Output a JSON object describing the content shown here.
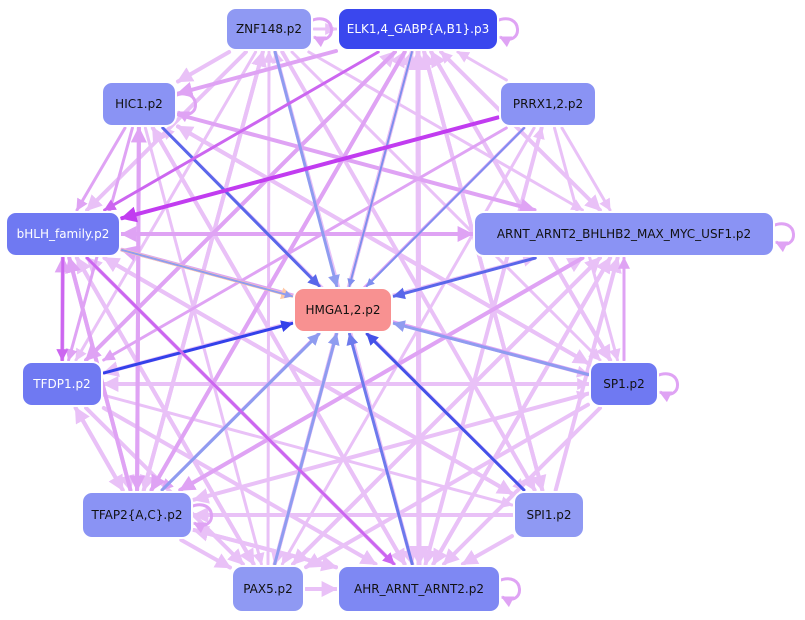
{
  "nodes": [
    {
      "id": "znf148",
      "label": "ZNF148.p2",
      "color": "#8f99f3",
      "text_color": "#111111"
    },
    {
      "id": "elk",
      "label": "ELK1,4_GABP{A,B1}.p3",
      "color": "#3a47ee",
      "text_color": "#ffffff"
    },
    {
      "id": "hic1",
      "label": "HIC1.p2",
      "color": "#8a93f4",
      "text_color": "#111111"
    },
    {
      "id": "prrx",
      "label": "PRRX1,2.p2",
      "color": "#8a93f4",
      "text_color": "#111111"
    },
    {
      "id": "bhlh",
      "label": "bHLH_family.p2",
      "color": "#6f79f2",
      "text_color": "#ffffff"
    },
    {
      "id": "arnt",
      "label": "ARNT_ARNT2_BHLHB2_MAX_MYC_USF1.p2",
      "color": "#8a93f4",
      "text_color": "#111111"
    },
    {
      "id": "hmga",
      "label": "HMGA1,2.p2",
      "color": "#f89191",
      "text_color": "#111111"
    },
    {
      "id": "tfdp1",
      "label": "TFDP1.p2",
      "color": "#6f79f2",
      "text_color": "#ffffff"
    },
    {
      "id": "sp1",
      "label": "SP1.p2",
      "color": "#6f79f2",
      "text_color": "#111111"
    },
    {
      "id": "tfap2",
      "label": "TFAP2{A,C}.p2",
      "color": "#8a93f4",
      "text_color": "#111111"
    },
    {
      "id": "spi1",
      "label": "SPI1.p2",
      "color": "#8f99f3",
      "text_color": "#111111"
    },
    {
      "id": "pax5",
      "label": "PAX5.p2",
      "color": "#8f99f3",
      "text_color": "#111111"
    },
    {
      "id": "ahr",
      "label": "AHR_ARNT_ARNT2.p2",
      "color": "#7e88f3",
      "text_color": "#111111"
    }
  ],
  "edges": [
    {
      "from": "znf148",
      "to": "hmga",
      "color": "#8f9cf0",
      "width": 3
    },
    {
      "from": "elk",
      "to": "hmga",
      "color": "#ffc9a8",
      "width": 2
    },
    {
      "from": "elk",
      "to": "hmga",
      "color": "#7f8ef0",
      "width": 2
    },
    {
      "from": "hic1",
      "to": "hmga",
      "color": "#5a67ea",
      "width": 3
    },
    {
      "from": "prrx",
      "to": "hmga",
      "color": "#7f8ef0",
      "width": 2
    },
    {
      "from": "bhlh",
      "to": "hmga",
      "color": "#ffc9a8",
      "width": 3
    },
    {
      "from": "bhlh",
      "to": "hmga",
      "color": "#8f9cf0",
      "width": 2
    },
    {
      "from": "arnt",
      "to": "hmga",
      "color": "#5a67ea",
      "width": 3
    },
    {
      "from": "tfdp1",
      "to": "hmga",
      "color": "#3341ea",
      "width": 3
    },
    {
      "from": "sp1",
      "to": "hmga",
      "color": "#8f9cf0",
      "width": 3
    },
    {
      "from": "tfap2",
      "to": "hmga",
      "color": "#8f9cf0",
      "width": 3
    },
    {
      "from": "spi1",
      "to": "hmga",
      "color": "#4552e8",
      "width": 3
    },
    {
      "from": "pax5",
      "to": "hmga",
      "color": "#8f9cf0",
      "width": 3
    },
    {
      "from": "ahr",
      "to": "hmga",
      "color": "#6d7aec",
      "width": 3
    },
    {
      "from": "prrx",
      "to": "bhlh",
      "color": "#c13cf0",
      "width": 4
    },
    {
      "from": "elk",
      "to": "bhlh",
      "color": "#cc66f0",
      "width": 3
    },
    {
      "from": "elk",
      "to": "hic1",
      "color": "#dfa3f4",
      "width": 4
    },
    {
      "from": "elk",
      "to": "tfdp1",
      "color": "#dfa3f4",
      "width": 4
    },
    {
      "from": "elk",
      "to": "tfap2",
      "color": "#dfa3f4",
      "width": 4
    },
    {
      "from": "elk",
      "to": "pax5",
      "color": "#e9c1f7",
      "width": 4
    },
    {
      "from": "elk",
      "to": "ahr",
      "color": "#e9c1f7",
      "width": 5
    },
    {
      "from": "elk",
      "to": "spi1",
      "color": "#e9c1f7",
      "width": 4
    },
    {
      "from": "elk",
      "to": "sp1",
      "color": "#e9c1f7",
      "width": 4
    },
    {
      "from": "elk",
      "to": "arnt",
      "color": "#e9c1f7",
      "width": 4
    },
    {
      "from": "prrx",
      "to": "elk",
      "color": "#e9c1f7",
      "width": 3
    },
    {
      "from": "znf148",
      "to": "elk",
      "color": "#e9c1f7",
      "width": 3
    },
    {
      "from": "znf148",
      "to": "hic1",
      "color": "#e9c1f7",
      "width": 4
    },
    {
      "from": "znf148",
      "to": "bhlh",
      "color": "#e9c1f7",
      "width": 4
    },
    {
      "from": "znf148",
      "to": "tfap2",
      "color": "#e9c1f7",
      "width": 4
    },
    {
      "from": "znf148",
      "to": "ahr",
      "color": "#e9c1f7",
      "width": 4
    },
    {
      "from": "znf148",
      "to": "spi1",
      "color": "#e9c1f7",
      "width": 4
    },
    {
      "from": "znf148",
      "to": "sp1",
      "color": "#e9c1f7",
      "width": 3
    },
    {
      "from": "znf148",
      "to": "arnt",
      "color": "#e9c1f7",
      "width": 3
    },
    {
      "from": "znf148",
      "to": "tfdp1",
      "color": "#e9c1f7",
      "width": 3
    },
    {
      "from": "hic1",
      "to": "bhlh",
      "color": "#dfa3f4",
      "width": 3
    },
    {
      "from": "hic1",
      "to": "tfdp1",
      "color": "#dfa3f4",
      "width": 3
    },
    {
      "from": "hic1",
      "to": "tfap2",
      "color": "#dfa3f4",
      "width": 4
    },
    {
      "from": "hic1",
      "to": "arnt",
      "color": "#dfa3f4",
      "width": 4
    },
    {
      "from": "hic1",
      "to": "sp1",
      "color": "#e9c1f7",
      "width": 4
    },
    {
      "from": "hic1",
      "to": "spi1",
      "color": "#e9c1f7",
      "width": 3
    },
    {
      "from": "hic1",
      "to": "ahr",
      "color": "#e9c1f7",
      "width": 4
    },
    {
      "from": "hic1",
      "to": "pax5",
      "color": "#e9c1f7",
      "width": 3
    },
    {
      "from": "prrx",
      "to": "tfdp1",
      "color": "#dfa3f4",
      "width": 3
    },
    {
      "from": "prrx",
      "to": "tfap2",
      "color": "#dfa3f4",
      "width": 3
    },
    {
      "from": "prrx",
      "to": "ahr",
      "color": "#e9c1f7",
      "width": 4
    },
    {
      "from": "prrx",
      "to": "pax5",
      "color": "#e9c1f7",
      "width": 3
    },
    {
      "from": "prrx",
      "to": "sp1",
      "color": "#e9c1f7",
      "width": 3
    },
    {
      "from": "prrx",
      "to": "arnt",
      "color": "#e9c1f7",
      "width": 3
    },
    {
      "from": "arnt",
      "to": "elk",
      "color": "#e9c1f7",
      "width": 3
    },
    {
      "from": "arnt",
      "to": "tfap2",
      "color": "#dfa3f4",
      "width": 4
    },
    {
      "from": "arnt",
      "to": "bhlh",
      "color": "#dfa3f4",
      "width": 4
    },
    {
      "from": "arnt",
      "to": "tfdp1",
      "color": "#e9c1f7",
      "width": 4
    },
    {
      "from": "arnt",
      "to": "ahr",
      "color": "#e9c1f7",
      "width": 4
    },
    {
      "from": "arnt",
      "to": "pax5",
      "color": "#e9c1f7",
      "width": 4
    },
    {
      "from": "bhlh",
      "to": "arnt",
      "color": "#dfa3f4",
      "width": 4
    },
    {
      "from": "bhlh",
      "to": "tfdp1",
      "color": "#cc66f0",
      "width": 3
    },
    {
      "from": "bhlh",
      "to": "ahr",
      "color": "#cc66f0",
      "width": 3
    },
    {
      "from": "bhlh",
      "to": "tfap2",
      "color": "#e9c1f7",
      "width": 4
    },
    {
      "from": "bhlh",
      "to": "spi1",
      "color": "#e9c1f7",
      "width": 4
    },
    {
      "from": "bhlh",
      "to": "sp1",
      "color": "#e9c1f7",
      "width": 3
    },
    {
      "from": "bhlh",
      "to": "pax5",
      "color": "#e9c1f7",
      "width": 4
    },
    {
      "from": "tfdp1",
      "to": "bhlh",
      "color": "#dfa3f4",
      "width": 4
    },
    {
      "from": "tfdp1",
      "to": "tfap2",
      "color": "#e9c1f7",
      "width": 4
    },
    {
      "from": "tfdp1",
      "to": "elk",
      "color": "#e9c1f7",
      "width": 4
    },
    {
      "from": "tfdp1",
      "to": "ahr",
      "color": "#e9c1f7",
      "width": 4
    },
    {
      "from": "tfdp1",
      "to": "pax5",
      "color": "#e9c1f7",
      "width": 4
    },
    {
      "from": "tfdp1",
      "to": "spi1",
      "color": "#e9c1f7",
      "width": 3
    },
    {
      "from": "tfdp1",
      "to": "arnt",
      "color": "#e9c1f7",
      "width": 3
    },
    {
      "from": "tfdp1",
      "to": "sp1",
      "color": "#e9c1f7",
      "width": 3
    },
    {
      "from": "sp1",
      "to": "arnt",
      "color": "#dfa3f4",
      "width": 3
    },
    {
      "from": "sp1",
      "to": "tfap2",
      "color": "#e9c1f7",
      "width": 4
    },
    {
      "from": "sp1",
      "to": "bhlh",
      "color": "#dfa3f4",
      "width": 4
    },
    {
      "from": "sp1",
      "to": "hic1",
      "color": "#e9c1f7",
      "width": 4
    },
    {
      "from": "sp1",
      "to": "elk",
      "color": "#e9c1f7",
      "width": 4
    },
    {
      "from": "sp1",
      "to": "ahr",
      "color": "#e9c1f7",
      "width": 4
    },
    {
      "from": "sp1",
      "to": "pax5",
      "color": "#e9c1f7",
      "width": 4
    },
    {
      "from": "sp1",
      "to": "tfdp1",
      "color": "#e9c1f7",
      "width": 4
    },
    {
      "from": "tfap2",
      "to": "hic1",
      "color": "#dfa3f4",
      "width": 4
    },
    {
      "from": "tfap2",
      "to": "bhlh",
      "color": "#dfa3f4",
      "width": 4
    },
    {
      "from": "tfap2",
      "to": "znf148",
      "color": "#e9c1f7",
      "width": 4
    },
    {
      "from": "tfap2",
      "to": "elk",
      "color": "#e9c1f7",
      "width": 4
    },
    {
      "from": "tfap2",
      "to": "arnt",
      "color": "#e9c1f7",
      "width": 4
    },
    {
      "from": "tfap2",
      "to": "ahr",
      "color": "#e9c1f7",
      "width": 4
    },
    {
      "from": "tfap2",
      "to": "pax5",
      "color": "#e9c1f7",
      "width": 4
    },
    {
      "from": "tfap2",
      "to": "tfdp1",
      "color": "#e9c1f7",
      "width": 4
    },
    {
      "from": "tfap2",
      "to": "sp1",
      "color": "#e9c1f7",
      "width": 3
    },
    {
      "from": "spi1",
      "to": "elk",
      "color": "#e9c1f7",
      "width": 4
    },
    {
      "from": "spi1",
      "to": "arnt",
      "color": "#e9c1f7",
      "width": 4
    },
    {
      "from": "spi1",
      "to": "bhlh",
      "color": "#e9c1f7",
      "width": 4
    },
    {
      "from": "spi1",
      "to": "tfap2",
      "color": "#e9c1f7",
      "width": 4
    },
    {
      "from": "spi1",
      "to": "ahr",
      "color": "#e9c1f7",
      "width": 4
    },
    {
      "from": "spi1",
      "to": "hic1",
      "color": "#e9c1f7",
      "width": 3
    },
    {
      "from": "pax5",
      "to": "elk",
      "color": "#e9c1f7",
      "width": 4
    },
    {
      "from": "pax5",
      "to": "arnt",
      "color": "#e9c1f7",
      "width": 4
    },
    {
      "from": "pax5",
      "to": "bhlh",
      "color": "#e9c1f7",
      "width": 4
    },
    {
      "from": "pax5",
      "to": "ahr",
      "color": "#e9c1f7",
      "width": 4
    },
    {
      "from": "pax5",
      "to": "znf148",
      "color": "#e9c1f7",
      "width": 3
    },
    {
      "from": "ahr",
      "to": "elk",
      "color": "#e9c1f7",
      "width": 5
    },
    {
      "from": "ahr",
      "to": "arnt",
      "color": "#e9c1f7",
      "width": 4
    },
    {
      "from": "ahr",
      "to": "bhlh",
      "color": "#e9c1f7",
      "width": 4
    },
    {
      "from": "ahr",
      "to": "tfap2",
      "color": "#e9c1f7",
      "width": 4
    },
    {
      "from": "ahr",
      "to": "hic1",
      "color": "#e9c1f7",
      "width": 4
    },
    {
      "from": "ahr",
      "to": "prrx",
      "color": "#e9c1f7",
      "width": 3
    },
    {
      "from": "ahr",
      "to": "znf148",
      "color": "#e9c1f7",
      "width": 3
    }
  ],
  "self_loops": [
    "elk",
    "znf148",
    "hic1",
    "arnt",
    "sp1",
    "tfap2",
    "ahr"
  ]
}
